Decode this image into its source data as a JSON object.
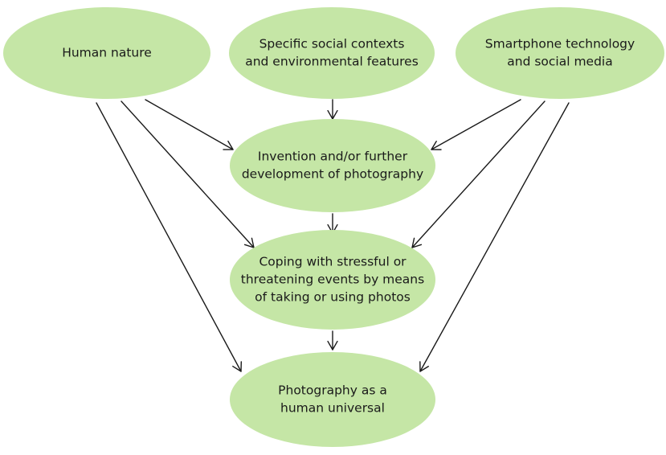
{
  "diagram": {
    "nodes": [
      {
        "id": "human-nature",
        "lines": [
          "Human nature"
        ]
      },
      {
        "id": "social-contexts",
        "lines": [
          "Specific social contexts",
          "and environmental features"
        ]
      },
      {
        "id": "smartphone",
        "lines": [
          "Smartphone technology",
          "and social media"
        ]
      },
      {
        "id": "invention",
        "lines": [
          "Invention and/or further",
          "development of photography"
        ]
      },
      {
        "id": "coping",
        "lines": [
          "Coping with stressful or",
          "threatening events by means",
          "of taking or using photos"
        ]
      },
      {
        "id": "universal",
        "lines": [
          "Photography as a",
          "human universal"
        ]
      }
    ],
    "edges": [
      {
        "from": "human-nature",
        "to": "invention"
      },
      {
        "from": "human-nature",
        "to": "coping"
      },
      {
        "from": "human-nature",
        "to": "universal"
      },
      {
        "from": "social-contexts",
        "to": "invention"
      },
      {
        "from": "smartphone",
        "to": "invention"
      },
      {
        "from": "smartphone",
        "to": "coping"
      },
      {
        "from": "smartphone",
        "to": "universal"
      },
      {
        "from": "invention",
        "to": "coping"
      },
      {
        "from": "coping",
        "to": "universal"
      }
    ],
    "colors": {
      "node_fill": "#c5e6a6",
      "arrow": "#1a1a1a"
    }
  }
}
